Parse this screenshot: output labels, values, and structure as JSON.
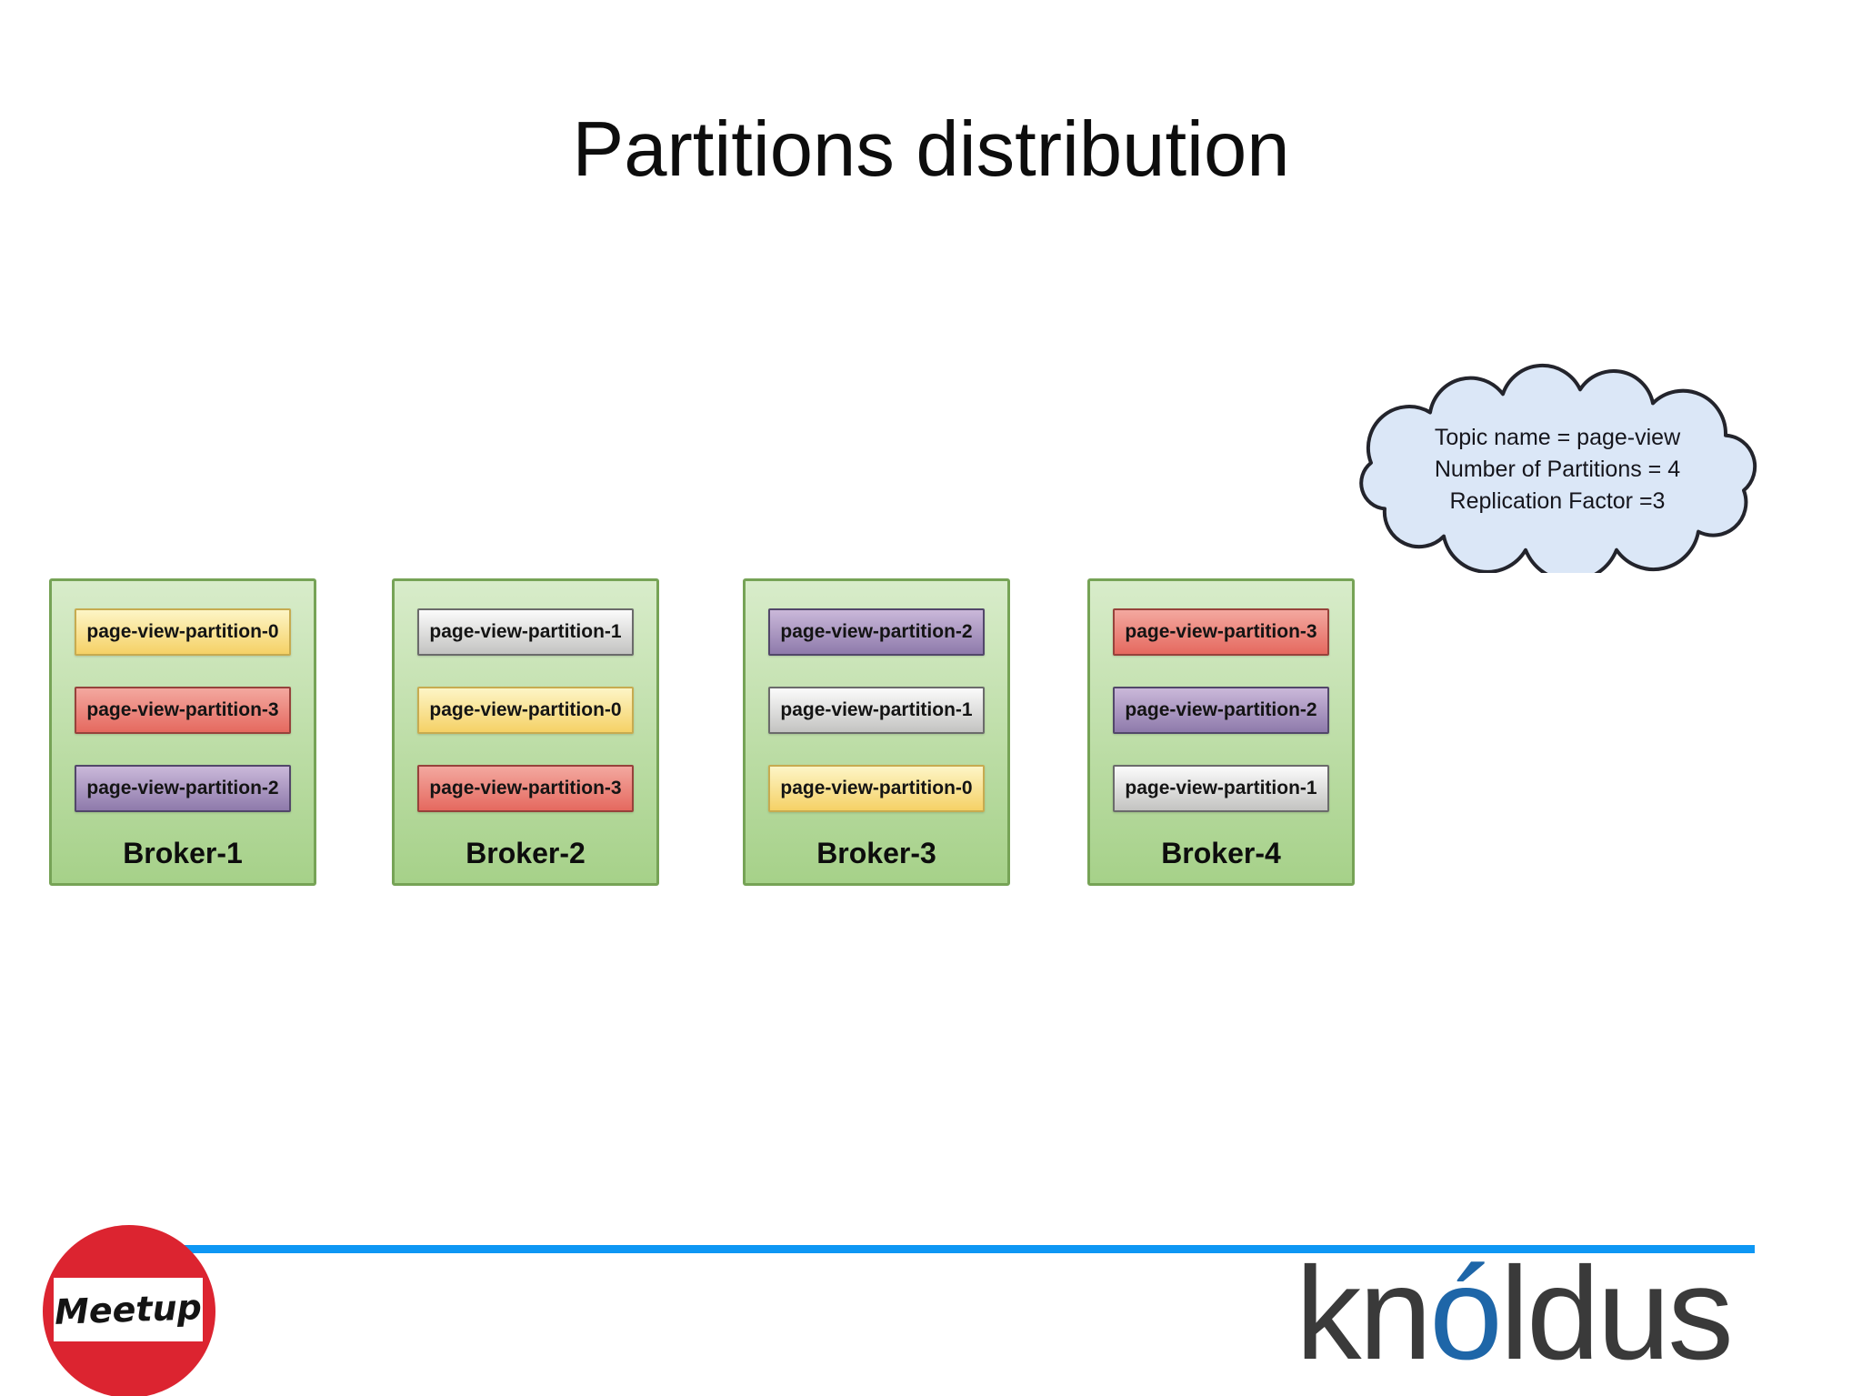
{
  "slide": {
    "title": "Partitions distribution",
    "background": "#ffffff"
  },
  "cloud": {
    "lines": [
      "Topic name = page-view",
      "Number of Partitions = 4",
      "Replication Factor =3"
    ],
    "fill": "#dbe7f7",
    "stroke": "#23242c"
  },
  "brokers": [
    {
      "name": "Broker-1",
      "partitions": [
        {
          "label": "page-view-partition-0",
          "color": "yellow"
        },
        {
          "label": "page-view-partition-3",
          "color": "red"
        },
        {
          "label": "page-view-partition-2",
          "color": "purple"
        }
      ]
    },
    {
      "name": "Broker-2",
      "partitions": [
        {
          "label": "page-view-partition-1",
          "color": "gray"
        },
        {
          "label": "page-view-partition-0",
          "color": "yellow"
        },
        {
          "label": "page-view-partition-3",
          "color": "red"
        }
      ]
    },
    {
      "name": "Broker-3",
      "partitions": [
        {
          "label": "page-view-partition-2",
          "color": "purple"
        },
        {
          "label": "page-view-partition-1",
          "color": "gray"
        },
        {
          "label": "page-view-partition-0",
          "color": "yellow"
        }
      ]
    },
    {
      "name": "Broker-4",
      "partitions": [
        {
          "label": "page-view-partition-3",
          "color": "red"
        },
        {
          "label": "page-view-partition-2",
          "color": "purple"
        },
        {
          "label": "page-view-partition-1",
          "color": "gray"
        }
      ]
    }
  ],
  "palette": {
    "yellow": {
      "top": "#fdf5c6",
      "bottom": "#f5d166",
      "border": "#c7ab50"
    },
    "red": {
      "top": "#f3a89f",
      "bottom": "#e5695f",
      "border": "#97423b"
    },
    "purple": {
      "top": "#cab8d9",
      "bottom": "#8e7aab",
      "border": "#52476a"
    },
    "gray": {
      "top": "#fbfbfb",
      "bottom": "#c3c3c1",
      "border": "#6b6b6b"
    },
    "broker_fill_top": "#d8ecca",
    "broker_fill_bottom": "#a6d189",
    "broker_border": "#76a356",
    "accent_line": "#0e97f4"
  },
  "footer": {
    "meetup_label": "Meetup",
    "meetup_red": "#dc2430",
    "brand": {
      "prefix": "kn",
      "accent": "ó",
      "suffix": "ldus",
      "dark": "#3a3a3a",
      "blue": "#1e66a8"
    }
  }
}
